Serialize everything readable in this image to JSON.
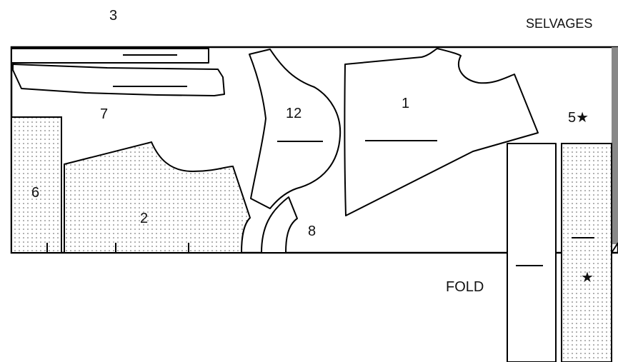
{
  "labels": {
    "selvages": "SELVAGES",
    "fold": "FOLD",
    "piece_3": "3",
    "piece_7": "7",
    "piece_12": "12",
    "piece_1": "1",
    "piece_5": "5★",
    "piece_6": "6",
    "piece_2": "2",
    "piece_8": "8",
    "star": "★"
  },
  "colors": {
    "line": "#000000",
    "background": "#ffffff",
    "fold_edge": "#888888"
  }
}
